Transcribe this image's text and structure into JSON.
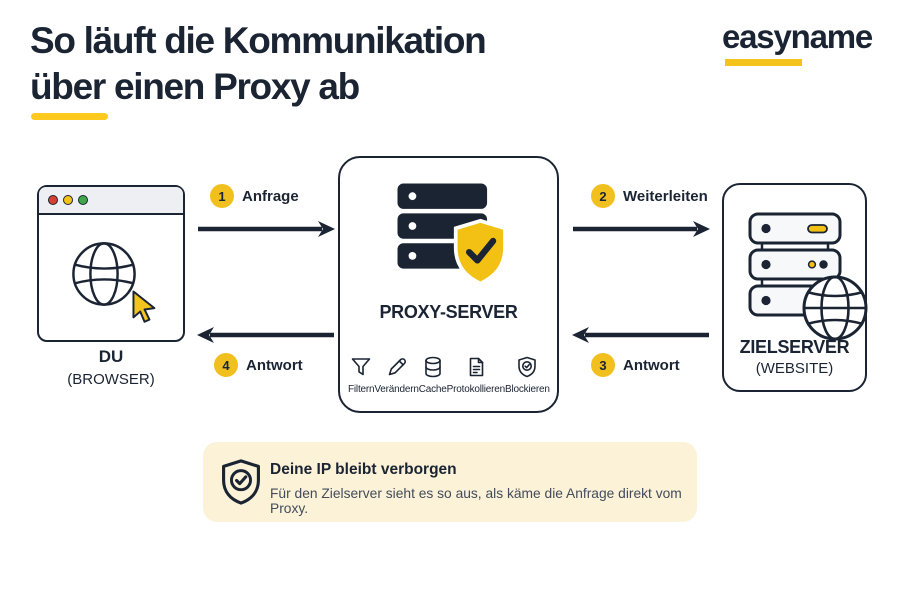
{
  "colors": {
    "navy": "#1B2433",
    "accent_yellow": "#F5C41C",
    "underline_yellow": "#FFC91F",
    "banner_bg": "#FBF2D8",
    "titlebar_gray": "#EDEFF2",
    "dot_red": "#D6402E",
    "dot_yellow": "#F2C218",
    "dot_green": "#3FA64C"
  },
  "header": {
    "title_line1": "So läuft die Kommunikation",
    "title_line2": "über einen Proxy ab",
    "logo_text": "easyname"
  },
  "browser": {
    "label": "DU",
    "sublabel": "(BROWSER)"
  },
  "proxy": {
    "label": "PROXY-SERVER",
    "functions": [
      {
        "icon": "funnel-icon",
        "label": "Filtern"
      },
      {
        "icon": "pencil-icon",
        "label": "Verändern"
      },
      {
        "icon": "database-icon",
        "label": "Cache"
      },
      {
        "icon": "document-icon",
        "label": "Protokollieren"
      },
      {
        "icon": "shield-check-icon",
        "label": "Blockieren"
      }
    ]
  },
  "target": {
    "label": "ZIELSERVER",
    "sublabel": "(WEBSITE)"
  },
  "flows": [
    {
      "step": "1",
      "label": "Anfrage",
      "direction": "right"
    },
    {
      "step": "2",
      "label": "Weiterleiten",
      "direction": "right"
    },
    {
      "step": "3",
      "label": "Antwort",
      "direction": "left"
    },
    {
      "step": "4",
      "label": "Antwort",
      "direction": "left"
    }
  ],
  "note": {
    "title": "Deine IP bleibt verborgen",
    "body": "Für den Zielserver sieht es so aus, als käme die Anfrage direkt vom Proxy."
  }
}
